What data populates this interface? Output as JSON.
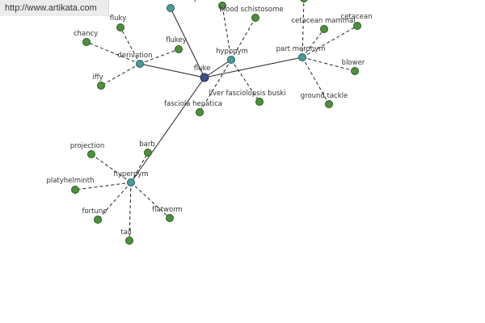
{
  "watermark": {
    "text": "http://www.artikata.com"
  },
  "graph": {
    "center": {
      "id": "fluke",
      "label": "fluke"
    },
    "hubs": [
      {
        "id": "member-meronym",
        "label": "member meronym"
      },
      {
        "id": "hyponym",
        "label": "hyponym"
      },
      {
        "id": "part-meronym",
        "label": "part meronym"
      },
      {
        "id": "derivation",
        "label": "derivation"
      },
      {
        "id": "hypernym",
        "label": "hypernym"
      }
    ],
    "leaves": [
      {
        "id": "blood-schistosome",
        "label": "blood schistosome",
        "hub": "hyponym"
      },
      {
        "id": "liver-fasciolopsis-buski",
        "label": "liver fasciolopsis buski",
        "hub": "hyponym"
      },
      {
        "id": "hyponym-top",
        "label": "",
        "hub": "hyponym"
      },
      {
        "id": "fasciola-hepatica",
        "label": "fasciola hepatica",
        "hub": "hyponym"
      },
      {
        "id": "cetacean-mammal",
        "label": "cetacean mammal",
        "hub": "part-meronym"
      },
      {
        "id": "cetacean",
        "label": "cetacean",
        "hub": "part-meronym"
      },
      {
        "id": "blower",
        "label": "blower",
        "hub": "part-meronym"
      },
      {
        "id": "ground-tackle",
        "label": "ground tackle",
        "hub": "part-meronym"
      },
      {
        "id": "part-meronym-top",
        "label": "",
        "hub": "part-meronym"
      },
      {
        "id": "fluky",
        "label": "fluky",
        "hub": "derivation"
      },
      {
        "id": "chancy",
        "label": "chancy",
        "hub": "derivation"
      },
      {
        "id": "flukey",
        "label": "flukey",
        "hub": "derivation"
      },
      {
        "id": "iffy",
        "label": "iffy",
        "hub": "derivation"
      },
      {
        "id": "projection",
        "label": "projection",
        "hub": "hypernym"
      },
      {
        "id": "barb",
        "label": "barb",
        "hub": "hypernym"
      },
      {
        "id": "platyhelminth",
        "label": "platyhelminth",
        "hub": "hypernym"
      },
      {
        "id": "fortune",
        "label": "fortune",
        "hub": "hypernym"
      },
      {
        "id": "flatworm",
        "label": "flatworm",
        "hub": "hypernym"
      },
      {
        "id": "tail",
        "label": "tail",
        "hub": "hypernym"
      }
    ]
  }
}
